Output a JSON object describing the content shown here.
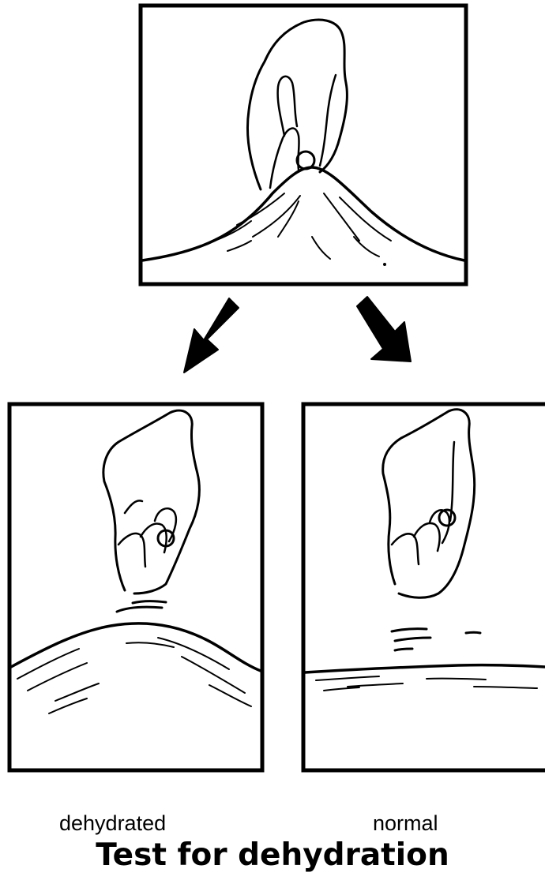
{
  "title": "Test for dehydration",
  "panels": {
    "top": {
      "icon": "pinched-skin-fold-icon"
    },
    "left": {
      "caption": "dehydrated",
      "icon": "slow-returning-skin-icon"
    },
    "right": {
      "caption": "normal",
      "icon": "flat-skin-icon"
    }
  },
  "colors": {
    "ink": "#000000",
    "paper": "#ffffff"
  }
}
